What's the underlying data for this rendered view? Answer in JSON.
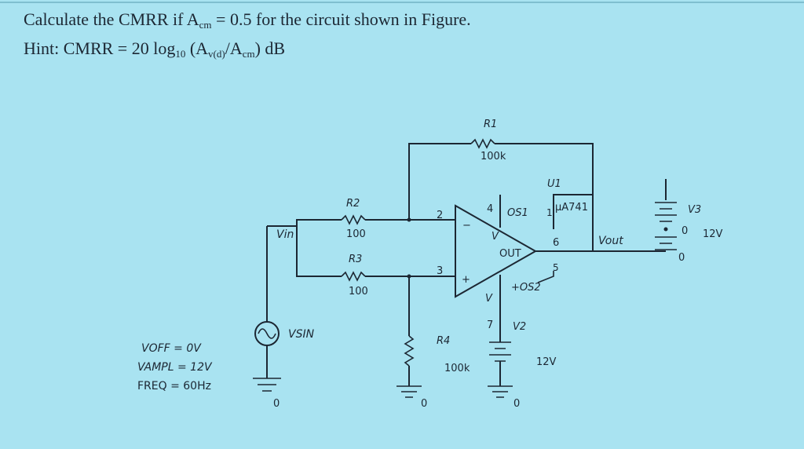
{
  "question": {
    "line1_prefix": "Calculate the CMRR if A",
    "line1_sub": "cm",
    "line1_suffix": " = 0.5  for the circuit shown in Figure.",
    "hint_prefix": "Hint: CMRR = 20 log",
    "hint_sub10": "10",
    "hint_mid": " (A",
    "hint_sub_vd": "v(d)",
    "hint_slash": "/A",
    "hint_sub_cm": "cm",
    "hint_suffix": ") dB"
  },
  "components": {
    "r1": {
      "name": "R1",
      "value": "100k"
    },
    "r2": {
      "name": "R2",
      "value": "100"
    },
    "r3": {
      "name": "R3",
      "value": "100"
    },
    "r4": {
      "name": "R4",
      "value": "100k"
    },
    "u1": {
      "name": "U1",
      "part": "µA741"
    },
    "vin": "Vin",
    "vout": "Vout",
    "vsin": {
      "name": "VSIN",
      "voff": "VOFF = 0V",
      "vampl": "VAMPL = 12V",
      "freq": "FREQ = 60Hz"
    },
    "v2": {
      "name": "V2",
      "value": "12V"
    },
    "v3": {
      "name": "V3",
      "value": "12V"
    },
    "ground": "0"
  },
  "pins": {
    "p2": "2",
    "p3": "3",
    "p4": "4",
    "p1": "1",
    "p5": "5",
    "p6": "6",
    "p7": "7",
    "os1": "OS1",
    "os2": "+OS2",
    "out": "OUT",
    "vminus": "V",
    "vplus": "V",
    "minus": "−",
    "plus": "+",
    "v3_zero": "0"
  }
}
